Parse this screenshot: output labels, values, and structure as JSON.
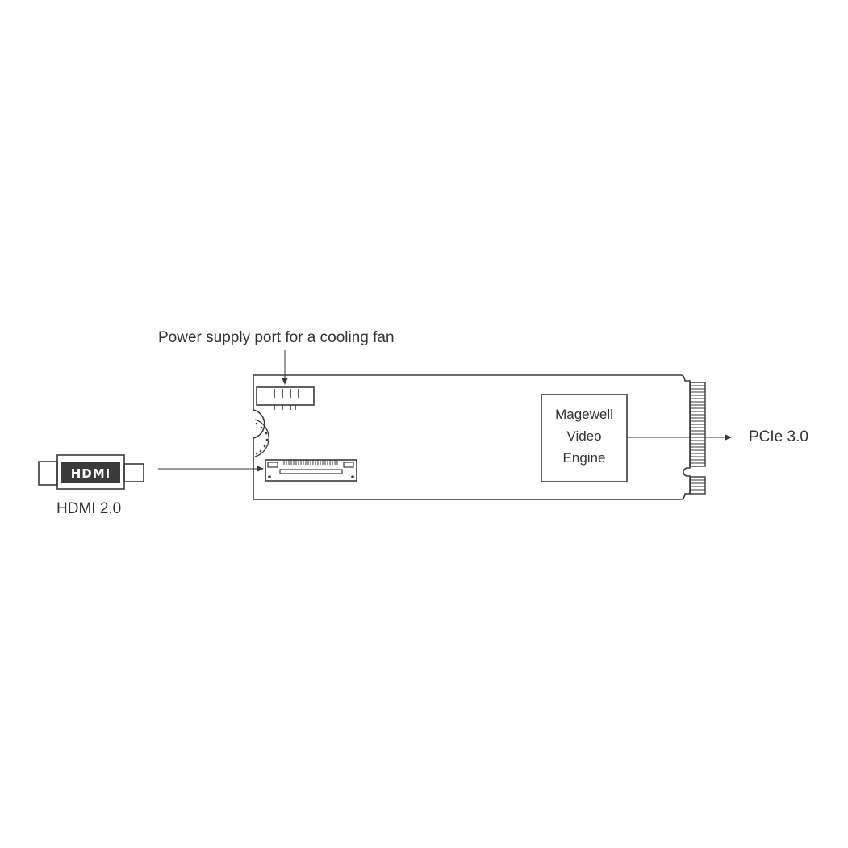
{
  "labels": {
    "fan_port": "Power supply port for a cooling fan",
    "hdmi_input": "HDMI 2.0",
    "pcie": "PCIe 3.0",
    "hdmi_logo": "HDMI"
  },
  "engine": {
    "lines": [
      "Magewell",
      "Video",
      "Engine"
    ]
  },
  "colors": {
    "stroke": "#3a3a3a",
    "text": "#333333",
    "background": "#ffffff"
  }
}
